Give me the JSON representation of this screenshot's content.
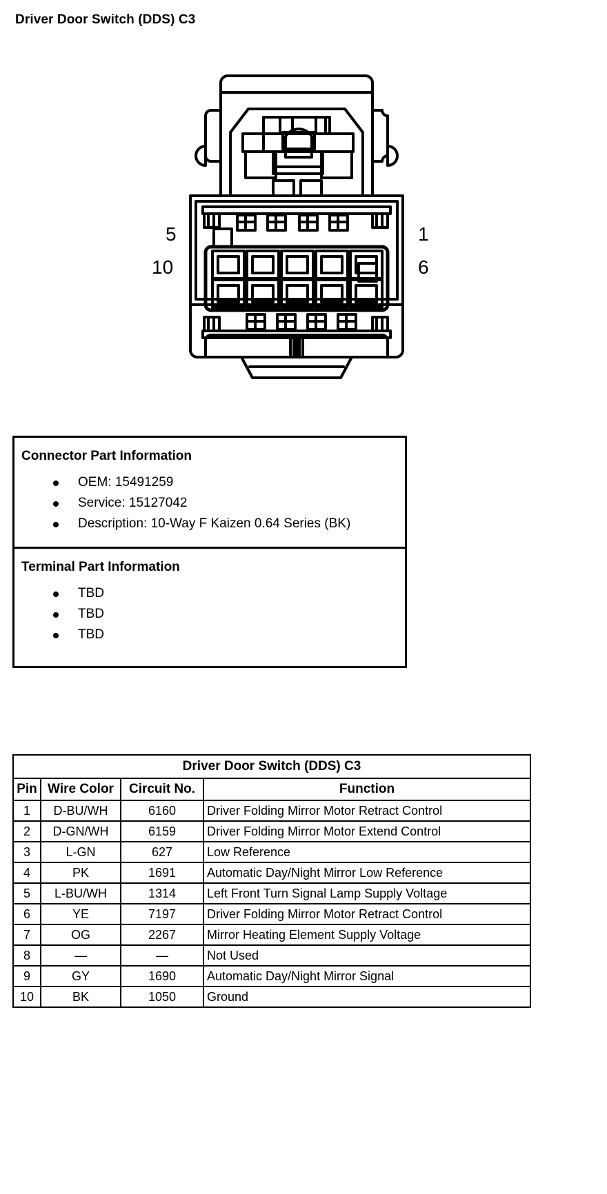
{
  "page": {
    "title": "Driver Door Switch (DDS) C3"
  },
  "connector_diagram": {
    "name": "connector-face-view",
    "pin_labels": {
      "top_left": "5",
      "bottom_left": "10",
      "top_right": "1",
      "bottom_right": "6"
    },
    "cavity_rows": 2,
    "cavity_columns": 5
  },
  "part_information": {
    "connector": {
      "section_title": "Connector Part Information",
      "items": [
        "OEM: 15491259",
        "Service: 15127042",
        "Description: 10-Way F Kaizen 0.64 Series (BK)"
      ]
    },
    "terminal": {
      "section_title": "Terminal Part Information",
      "items": [
        "TBD",
        "TBD",
        "TBD"
      ]
    }
  },
  "pinout_table": {
    "caption": "Driver Door Switch (DDS) C3",
    "columns": [
      "Pin",
      "Wire Color",
      "Circuit No.",
      "Function"
    ],
    "rows": [
      {
        "pin": "1",
        "wire_color": "D-BU/WH",
        "circuit_no": "6160",
        "function": "Driver Folding Mirror Motor Retract Control"
      },
      {
        "pin": "2",
        "wire_color": "D-GN/WH",
        "circuit_no": "6159",
        "function": "Driver Folding Mirror Motor Extend Control"
      },
      {
        "pin": "3",
        "wire_color": "L-GN",
        "circuit_no": "627",
        "function": "Low Reference"
      },
      {
        "pin": "4",
        "wire_color": "PK",
        "circuit_no": "1691",
        "function": "Automatic Day/Night Mirror Low Reference"
      },
      {
        "pin": "5",
        "wire_color": "L-BU/WH",
        "circuit_no": "1314",
        "function": "Left Front Turn Signal Lamp Supply Voltage"
      },
      {
        "pin": "6",
        "wire_color": "YE",
        "circuit_no": "7197",
        "function": "Driver Folding Mirror Motor Retract Control"
      },
      {
        "pin": "7",
        "wire_color": "OG",
        "circuit_no": "2267",
        "function": "Mirror Heating Element Supply Voltage"
      },
      {
        "pin": "8",
        "wire_color": "—",
        "circuit_no": "—",
        "function": "Not Used"
      },
      {
        "pin": "9",
        "wire_color": "GY",
        "circuit_no": "1690",
        "function": "Automatic Day/Night Mirror Signal"
      },
      {
        "pin": "10",
        "wire_color": "BK",
        "circuit_no": "1050",
        "function": "Ground"
      }
    ]
  },
  "colors": {
    "ink": "#000000",
    "paper": "#ffffff"
  }
}
